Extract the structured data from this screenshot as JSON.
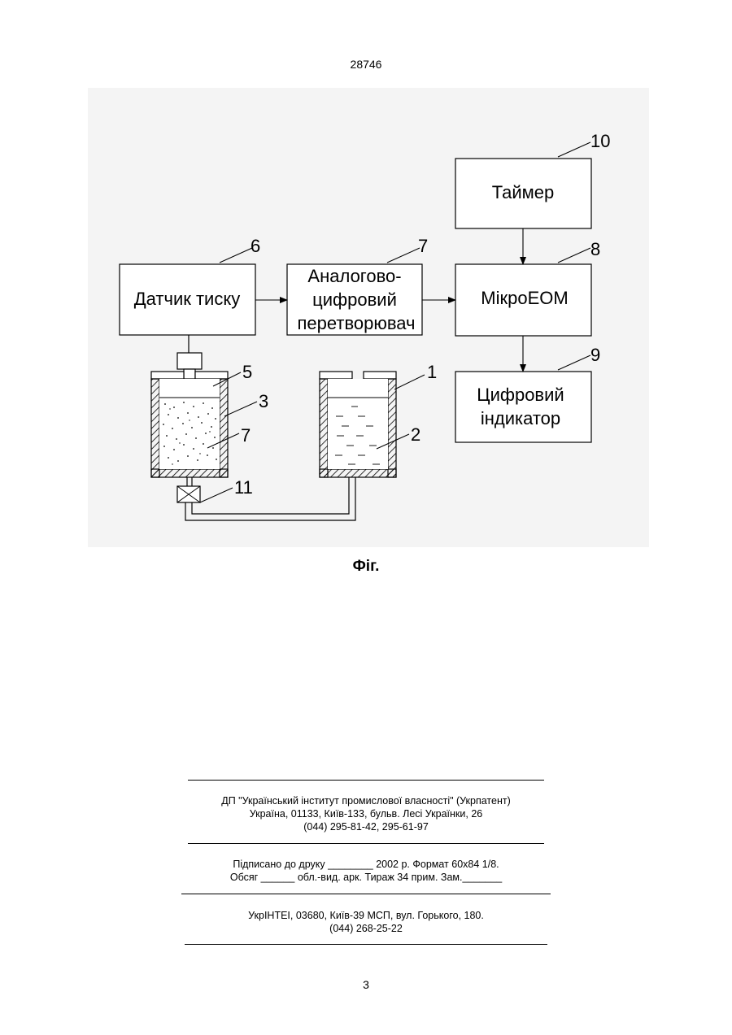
{
  "header": {
    "patent_number": "28746"
  },
  "diagram": {
    "blocks": {
      "timer": "Таймер",
      "pressure_sensor": "Датчик тиску",
      "adc_line1": "Аналогово-",
      "adc_line2": "цифровий",
      "adc_line3": "перетворювач",
      "microcomputer": "МікроЕОМ",
      "indicator_line1": "Цифровий",
      "indicator_line2": "індикатор"
    },
    "refs": {
      "r10": "10",
      "r6": "6",
      "r7a": "7",
      "r8": "8",
      "r9": "9",
      "r5": "5",
      "r3": "3",
      "r7b": "7",
      "r1": "1",
      "r2": "2",
      "r11": "11"
    }
  },
  "caption": "Фіг.",
  "imprint": {
    "org_line1": "ДП \"Український інститут промислової власності\" (Укрпатент)",
    "org_line2": "Україна, 01133, Київ-133, бульв. Лесі Українки, 26",
    "org_line3": "(044) 295-81-42, 295-61-97",
    "print_line1": "Підписано до друку ________ 2002 р.    Формат 60х84 1/8.",
    "print_line2": "Обсяг ______ обл.-вид. арк.   Тираж 34 прим.    Зам._______",
    "printer_line1": "УкрІНТЕІ, 03680, Київ-39 МСП, вул. Горького, 180.",
    "printer_line2": "(044) 268-25-22"
  },
  "footer": {
    "page_number": "3"
  }
}
